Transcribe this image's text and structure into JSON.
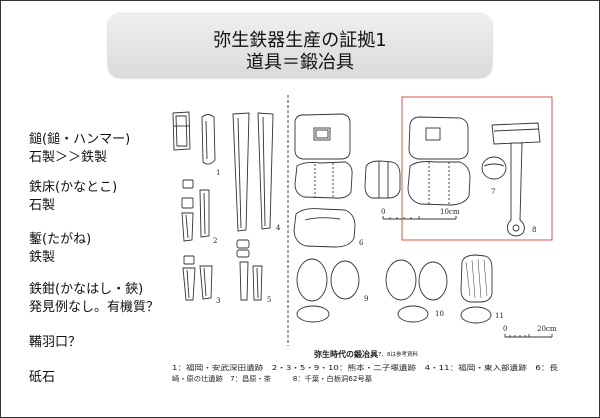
{
  "slide": {
    "title_line1": "弥生鉄器生産の証拠1",
    "title_line2": "道具＝鍛冶具"
  },
  "tool_list": {
    "hammer": {
      "line1": "鎚(鎚・ハンマー)",
      "line2": "石製＞＞鉄製"
    },
    "anvil": {
      "line1": "鉄床(かなとこ)",
      "line2": "石製"
    },
    "chisel": {
      "line1": "鏨(たがね)",
      "line2": "鉄製"
    },
    "tongs": {
      "line1": "鉄鉗(かなはし・鋏)",
      "line2": "発見例なし。有機質？"
    },
    "tuyere": {
      "line1": "鞴羽口？"
    },
    "whetstone": {
      "line1": "砥石"
    }
  },
  "figure": {
    "labels": {
      "n1": "1",
      "n2": "2",
      "n3": "3",
      "n4": "4",
      "n5": "5",
      "n6": "6",
      "n7": "7",
      "n8": "8",
      "n9": "9",
      "n10": "10",
      "n11": "11"
    },
    "scale_small": {
      "zero": "0",
      "max": "10cm"
    },
    "scale_large": {
      "zero": "0",
      "max": "20cm"
    },
    "caption_title": "弥生時代の鍛冶具",
    "caption_note": "7、8は参考資料",
    "sources_line1": "1：福岡・安武深田遺跡　2・3・5・9・10：熊本・二子塚遺跡　4・11：福岡・東入部遺跡　6：長",
    "sources_line2": "崎・原の辻遺跡　7：昌原・茶　　　8：千葉・白栃洞62号墓"
  },
  "colors": {
    "highlight_box": "#d9534f",
    "title_box": "#e3e3e3",
    "text": "#111111"
  }
}
